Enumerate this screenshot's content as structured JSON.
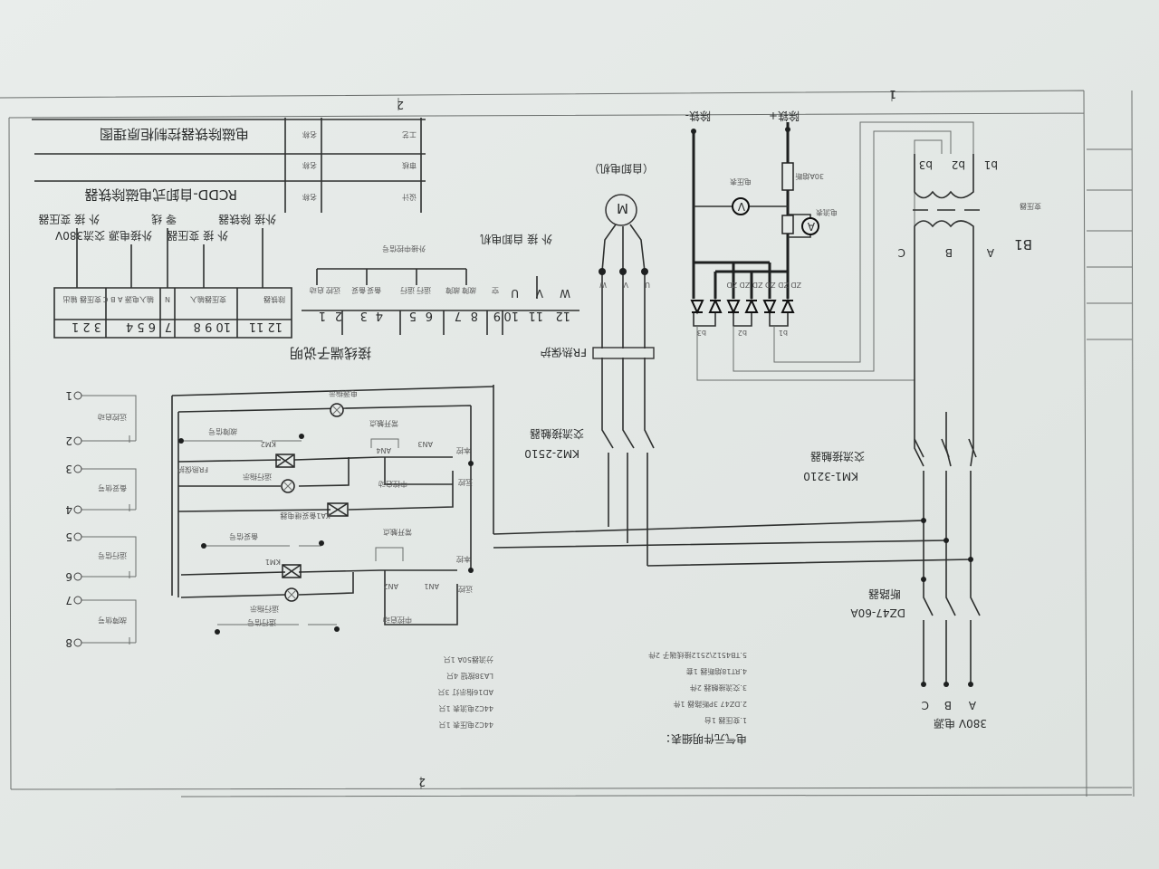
{
  "title_block": {
    "drawing_title": "电磁除铁器控制柜原理图",
    "product_name": "RCDD-自卸式电磁除铁器",
    "name_label_1": "名称",
    "name_label_2": "名称",
    "name_label_3": "名称",
    "row_craft": "工艺",
    "row_check": "审核",
    "row_design": "设计"
  },
  "zone_marks": {
    "left": "2",
    "right": "1",
    "bottom": "2"
  },
  "terminal_desc": {
    "heading": "接线端子说明",
    "labels": {
      "ext_separator": "外接 除铁器",
      "ext_transformer_in": "外 接 变压器",
      "neutral": "零 线",
      "ext_power": "外接电源 交流380V",
      "ext_transformer_out": "外 接 变压器"
    },
    "cells": [
      "除铁器",
      "变压器输入",
      "N",
      "输入电源 A B C",
      "变压器 输出"
    ],
    "numbers": [
      "12 11",
      "10 9 8",
      "7",
      "6 5 4",
      "3 2 1"
    ]
  },
  "control_terminals": {
    "heading": "外接中控信号",
    "numbers": [
      "1",
      "2",
      "3",
      "4",
      "5",
      "6",
      "7",
      "8",
      "9",
      "10",
      "11",
      "12"
    ],
    "labels": [
      "启动",
      "远控",
      "备妥",
      "备妥",
      "运行",
      "运行",
      "故障",
      "故障",
      "空",
      "U",
      "V",
      "W"
    ],
    "motor_label": "外 接 自卸电机"
  },
  "power_circuit": {
    "separator_plus": "除铁+",
    "separator_minus": "除铁-",
    "fuse": "30A熔断",
    "voltmeter_label": "电压表",
    "voltmeter_symbol": "V",
    "ammeter_label": "电流表",
    "ammeter_symbol": "A",
    "diodes": "ZD ZD ZD ZD ZD ZD",
    "secondary": [
      "b1",
      "b2",
      "b3"
    ],
    "transformer_label": "变压器",
    "transformer_id": "B1",
    "phases": [
      "A",
      "B",
      "C"
    ],
    "motor_symbol": "M",
    "motor_caption": "（自卸电机）",
    "motor_terminals": [
      "U",
      "V",
      "W"
    ],
    "thermal": "FR热保护",
    "km2_type": "交流接触器",
    "km2_model": "KM2-2510",
    "km1_type": "交流接触器",
    "km1_model": "KM1-3210",
    "breaker_type": "断路器",
    "breaker_model": "DZ47-60A",
    "supply": "380V 电源"
  },
  "control_circuit": {
    "power_lamp": "电源指示",
    "fault_signal": "故障信号",
    "normally_open_1": "常开触点",
    "normally_open_2": "常开触点",
    "km2": "KM2",
    "km1": "KM1",
    "an1": "AN1",
    "an2": "AN2",
    "an3": "AN3",
    "an4": "AN4",
    "local_1": "本控",
    "local_2": "本控",
    "remote_1": "远控",
    "remote_2": "远控",
    "central_start_1": "中控启动",
    "central_start_2": "中控启动",
    "fr_signal": "FR热保护",
    "run_lamp_1": "运行指示",
    "run_lamp_2": "运行指示",
    "relay": "KA1备妥继电器",
    "ready_signal": "备妥信号",
    "run_signal": "运行信号"
  },
  "external_terminals": [
    {
      "top": "1",
      "bottom": "2",
      "label": "远控启动"
    },
    {
      "top": "3",
      "bottom": "4",
      "label": "备妥信号"
    },
    {
      "top": "5",
      "bottom": "6",
      "label": "运行信号"
    },
    {
      "top": "7",
      "bottom": "8",
      "label": "故障信号"
    }
  ],
  "parts_list": {
    "heading": "电气元件明细表：",
    "col1": [
      "1.变压器 1台",
      "2.DZ47 3P断路器 1件",
      "3.交流接触器 2件",
      "4.RT18熔断器 1套",
      "5.TB4512\\2512接线端子 2件"
    ],
    "col2": [
      "44C2电压表 1只",
      "44C2电流表 1只",
      "AD16指示灯 3只",
      "LA38按钮 4只",
      "分流器50A 1只"
    ]
  }
}
